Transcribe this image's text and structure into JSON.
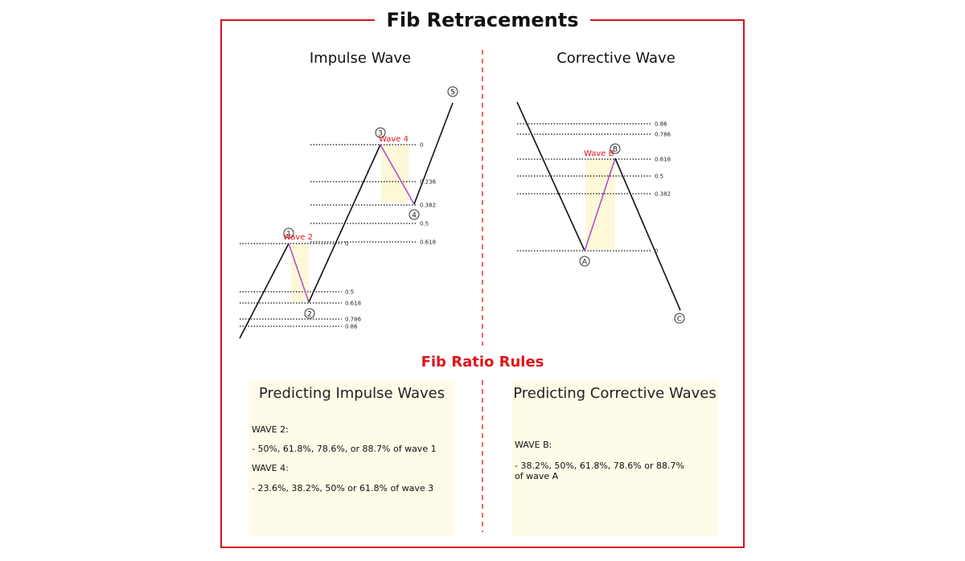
{
  "title": "Fib Retracements",
  "impulse": {
    "title": "Impulse Wave",
    "wave_labels": [
      "1",
      "2",
      "3",
      "4",
      "5"
    ],
    "wave2_label": "Wave 2",
    "wave4_label": "Wave 4",
    "wave1_levels": [
      "0",
      "0.5",
      "0.618",
      "0.786",
      "0.86"
    ],
    "wave3_levels": [
      "0",
      "0.236",
      "0.382",
      "0.5",
      "0.618"
    ]
  },
  "corrective": {
    "title": "Corrective Wave",
    "wave_labels": [
      "A",
      "B",
      "C"
    ],
    "waveB_label": "Wave B",
    "levels": [
      "0.86",
      "0.786",
      "0.618",
      "0.5",
      "0.382",
      "0"
    ]
  },
  "rules": {
    "title": "Fib Ratio Rules",
    "impulse_card": {
      "title": "Predicting Impulse Waves",
      "wave2_heading": "WAVE 2:",
      "wave2_text": "- 50%, 61.8%, 78.6%, or 88.7% of wave 1",
      "wave4_heading": "WAVE 4:",
      "wave4_text": "- 23.6%, 38.2%, 50% or 61.8% of wave 3"
    },
    "corrective_card": {
      "title": "Predicting Corrective Waves",
      "waveB_heading": "WAVE B:",
      "waveB_text": "- 38.2%, 50%, 61.8%, 78.6% or 88.7%\n  of wave A"
    }
  },
  "colors": {
    "frame": "#d4141c",
    "accent_text": "#e0141c",
    "retrace_line": "#b04fd0",
    "highlight": "#fdf8d8",
    "card_bg": "#fefbe8"
  }
}
